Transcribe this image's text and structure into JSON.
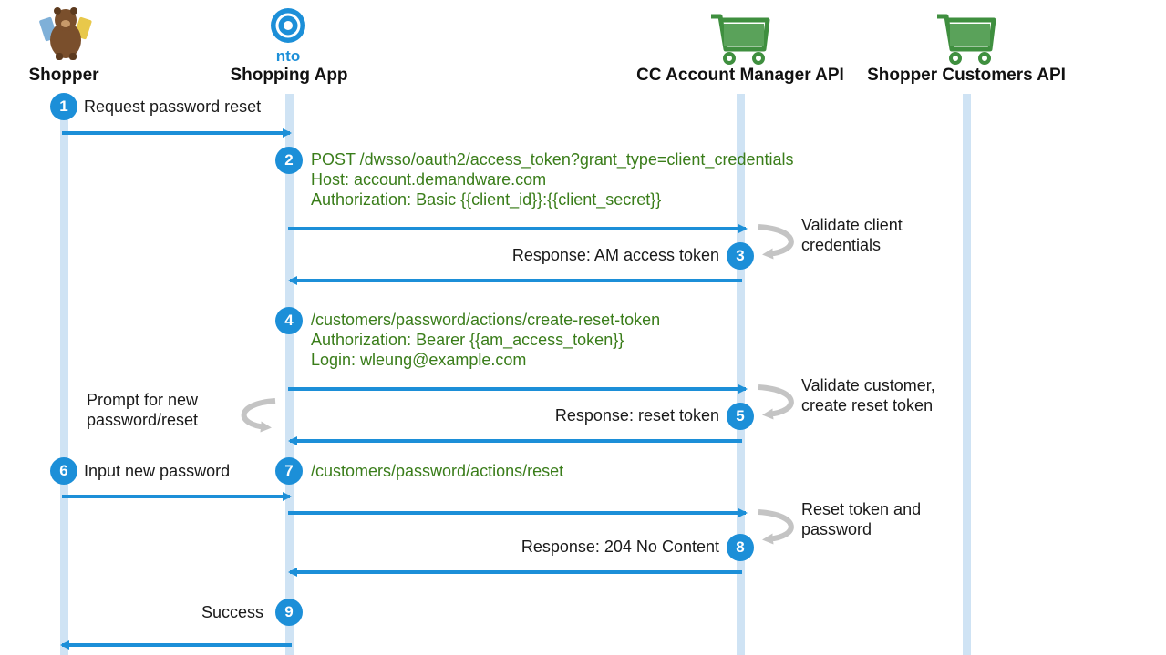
{
  "actors": [
    {
      "name": "Shopper",
      "icon": "bear-mascot-icon"
    },
    {
      "name": "Shopping App",
      "icon": "nto-logo-icon",
      "logo_text": "nto"
    },
    {
      "name": "CC Account Manager API",
      "icon": "shopping-cart-icon"
    },
    {
      "name": "Shopper Customers API",
      "icon": "shopping-cart-icon"
    }
  ],
  "colors": {
    "lifeline": "#cfe3f4",
    "arrow": "#1c8fd8",
    "badge": "#1c8fd8",
    "code_text": "#3a7d1a",
    "cart": "#3f8f3f",
    "self_arrow": "#bdbdbd"
  },
  "steps": [
    {
      "num": "1",
      "label": "Request password reset"
    },
    {
      "num": "2",
      "lines": [
        "POST /dwsso/oauth2/access_token?grant_type=client_credentials",
        "Host: account.demandware.com",
        "Authorization: Basic {{client_id}}:{{client_secret}}"
      ]
    },
    {
      "num": "3",
      "label": "Response: AM access token",
      "note": [
        "Validate client",
        "credentials"
      ]
    },
    {
      "num": "4",
      "lines": [
        "/customers/password/actions/create-reset-token",
        "Authorization: Bearer {{am_access_token}}",
        "Login: wleung@example.com"
      ]
    },
    {
      "num": "5",
      "label": "Response: reset token",
      "note": [
        "Validate customer,",
        "create reset token"
      ]
    },
    {
      "num": "6",
      "label": "Input new password"
    },
    {
      "num": "7",
      "lines": [
        "/customers/password/actions/reset"
      ]
    },
    {
      "num": "8",
      "label": "Response: 204 No Content",
      "note": [
        "Reset token and",
        "password"
      ]
    },
    {
      "num": "9",
      "label": "Success"
    }
  ],
  "app_note": [
    "Prompt for new",
    "password/reset"
  ]
}
